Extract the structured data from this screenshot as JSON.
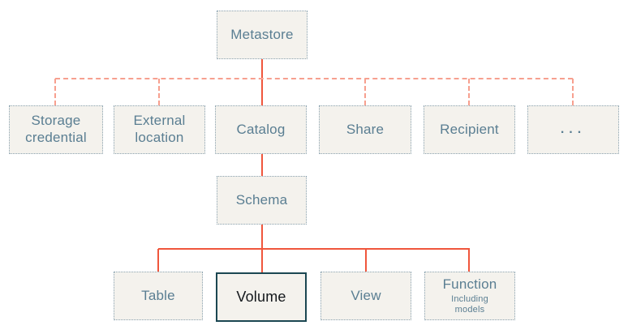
{
  "diagram": {
    "nodes": {
      "metastore": {
        "label": "Metastore"
      },
      "storage_credential": {
        "label": "Storage credential"
      },
      "external_location": {
        "label": "External location"
      },
      "catalog": {
        "label": "Catalog"
      },
      "share": {
        "label": "Share"
      },
      "recipient": {
        "label": "Recipient"
      },
      "ellipsis": {
        "label": "..."
      },
      "schema": {
        "label": "Schema"
      },
      "table": {
        "label": "Table"
      },
      "volume": {
        "label": "Volume",
        "highlighted": true
      },
      "view": {
        "label": "View"
      },
      "function": {
        "label": "Function",
        "sublabel": "Including models"
      }
    },
    "colors": {
      "connector_solid": "#f0563c",
      "connector_dashed": "#f7a08f",
      "box_fill": "#f4f2ed",
      "box_border_dotted": "#8aa2b0",
      "label_text": "#5a7e92",
      "highlight_border": "#1b4752",
      "highlight_text": "#14181c"
    }
  }
}
